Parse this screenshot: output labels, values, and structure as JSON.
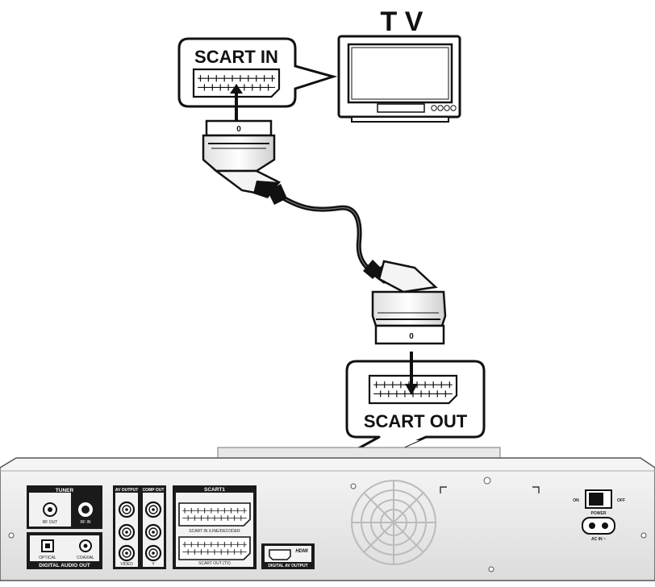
{
  "labels": {
    "tv": "T V",
    "scart_in": "SCART IN",
    "scart_out": "SCART OUT",
    "plug_mark": "0"
  },
  "panel": {
    "tuner": "TUNER",
    "tuner_note": "",
    "rf_out": "RF OUT",
    "rf_in": "RF IN",
    "optical": "OPTICAL",
    "coaxial": "COAXIAL",
    "digital_audio_out": "DIGITAL AUDIO OUT",
    "av_output": "AV OUTPUT",
    "video": "VIDEO",
    "comp_out": "COMP OUT",
    "comp_y": "Y",
    "scart1": "SCART1",
    "scart_in_sub": "SCART IN /LINE/DECODER",
    "scart_out_sub": "SCART OUT (TV)",
    "hdmi": "HDMI",
    "digital_av_output": "DIGITAL AV OUTPUT",
    "on": "ON",
    "off": "OFF",
    "power": "POWER",
    "ac_in": "AC IN ~"
  },
  "colors": {
    "ink": "#111111",
    "panel": "#efefef",
    "panel_dark": "#1a1a1a",
    "cable": "#111111"
  }
}
